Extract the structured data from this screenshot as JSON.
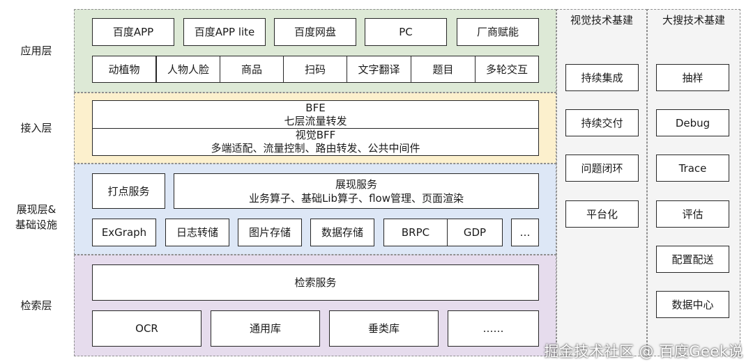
{
  "layers": {
    "app_label": "应用层",
    "access_label": "接入层",
    "display_label": "展现层&\n基础设施",
    "retrieval_label": "检索层"
  },
  "app_row1": [
    "百度APP",
    "百度APP lite",
    "百度网盘",
    "PC",
    "厂商赋能"
  ],
  "app_row2": [
    "动植物",
    "人物人脸",
    "商品",
    "扫码",
    "文字翻译",
    "题目",
    "多轮交互"
  ],
  "access": {
    "bfe_title": "BFE",
    "bfe_desc": "七层流量转发",
    "bff_title": "视觉BFF",
    "bff_desc": "多端适配、流量控制、路由转发、公共中间件"
  },
  "display": {
    "dot_service": "打点服务",
    "render_title": "展现服务",
    "render_desc": "业务算子、基础Lib算子、flow管理、页面渲染",
    "infra": [
      "ExGraph",
      "日志转储",
      "图片存储",
      "数据存储",
      "BRPC",
      "GDP",
      "…"
    ]
  },
  "retrieval": {
    "search_service": "检索服务",
    "libs": [
      "OCR",
      "通用库",
      "垂类库",
      "……"
    ]
  },
  "vision_tech": {
    "title": "视觉技术基建",
    "items": [
      "持续集成",
      "持续交付",
      "问题闭环",
      "平台化"
    ]
  },
  "search_tech": {
    "title": "大搜技术基建",
    "items": [
      "抽样",
      "Debug",
      "Trace",
      "评估",
      "配置配送",
      "数据中心"
    ]
  },
  "watermark": "掘金技术社区 @ 百度Geek说",
  "colors": {
    "app_bg": "#dde9d6",
    "access_bg": "#fcf0cd",
    "display_bg": "#dde7f6",
    "retrieval_bg": "#e6dced",
    "side_bg": "#f4f4f4",
    "border": "#262626"
  }
}
